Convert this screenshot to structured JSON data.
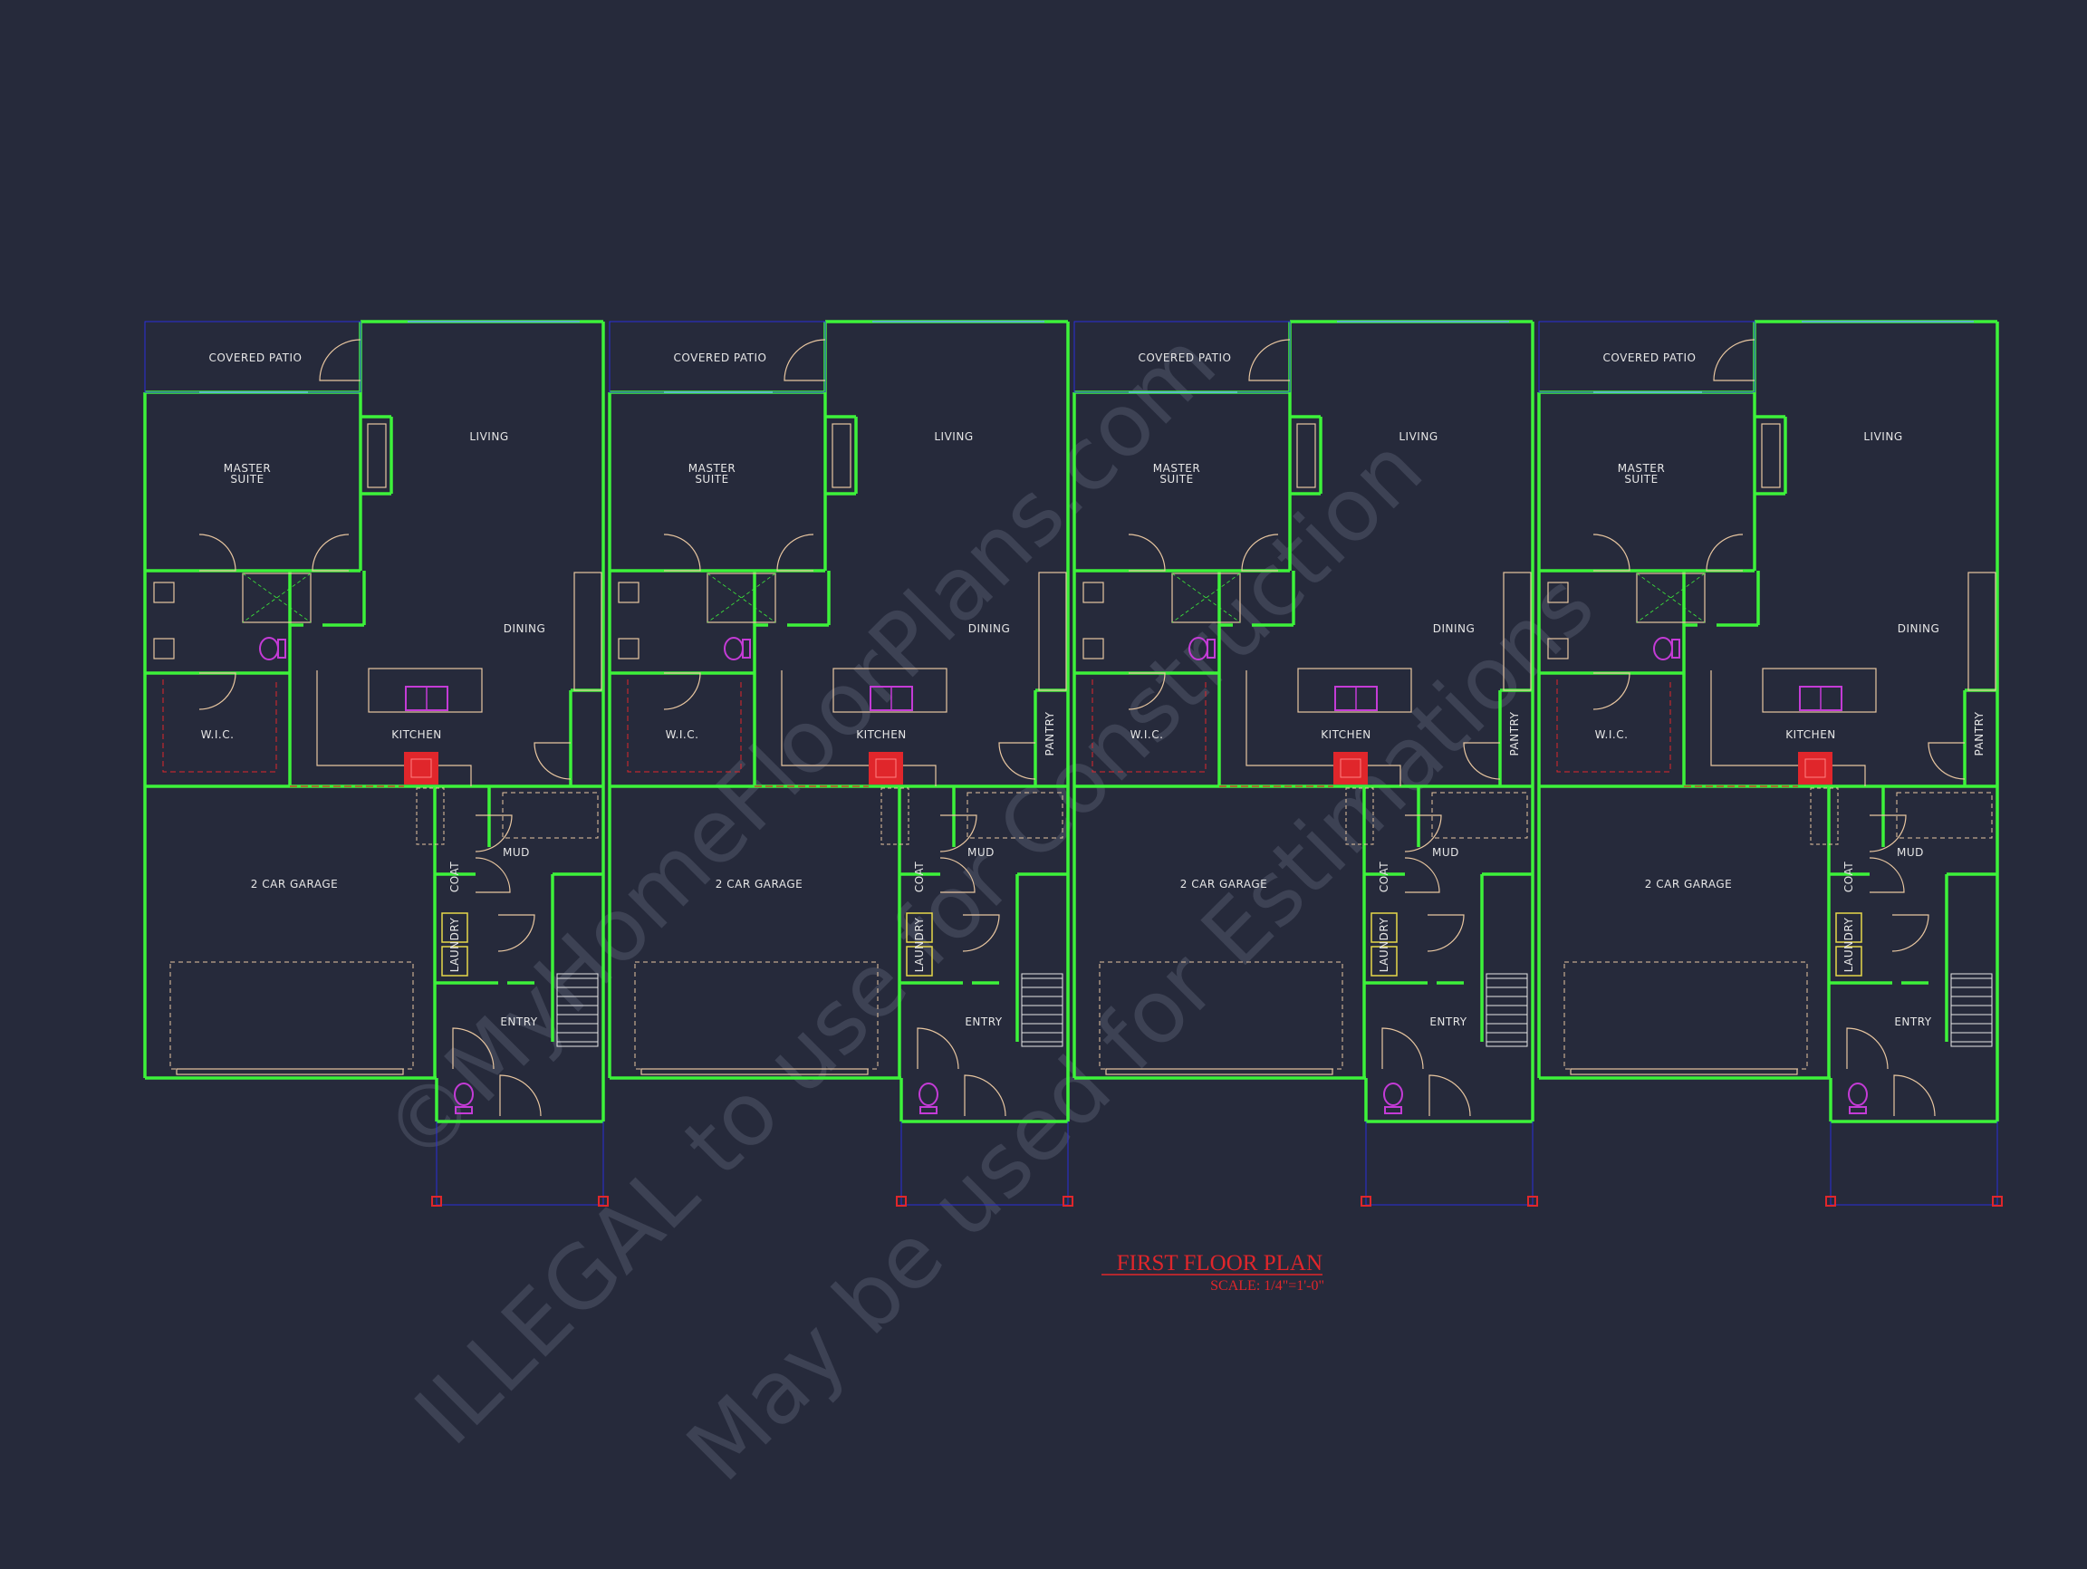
{
  "colors": {
    "background": "#262a3b",
    "wall": "#3df23a",
    "fixture": "#e8c6a0",
    "magenta": "#c43bd6",
    "red": "#e0262b",
    "blue": "#2a2ed8",
    "cyan": "#59b6c8",
    "yellow": "#e6d84a",
    "label": "#e6e6e6",
    "watermark": "#3d4254"
  },
  "units": [
    {
      "rooms": {
        "covered_patio": "COVERED PATIO",
        "living": "LIVING",
        "master_suite_line1": "MASTER",
        "master_suite_line2": "SUITE",
        "dining": "DINING",
        "kitchen": "KITCHEN",
        "wic": "W.I.C.",
        "garage": "2 CAR GARAGE",
        "mud": "MUD",
        "coat": "COAT",
        "laundry": "LAUNDRY",
        "entry": "ENTRY",
        "pantry": ""
      }
    },
    {
      "rooms": {
        "covered_patio": "COVERED PATIO",
        "living": "LIVING",
        "master_suite_line1": "MASTER",
        "master_suite_line2": "SUITE",
        "dining": "DINING",
        "kitchen": "KITCHEN",
        "wic": "W.I.C.",
        "garage": "2 CAR GARAGE",
        "mud": "MUD",
        "coat": "COAT",
        "laundry": "LAUNDRY",
        "entry": "ENTRY",
        "pantry": "PANTRY"
      }
    },
    {
      "rooms": {
        "covered_patio": "COVERED PATIO",
        "living": "LIVING",
        "master_suite_line1": "MASTER",
        "master_suite_line2": "SUITE",
        "dining": "DINING",
        "kitchen": "KITCHEN",
        "wic": "W.I.C.",
        "garage": "2 CAR GARAGE",
        "mud": "MUD",
        "coat": "COAT",
        "laundry": "LAUNDRY",
        "entry": "ENTRY",
        "pantry": "PANTRY"
      }
    },
    {
      "rooms": {
        "covered_patio": "COVERED PATIO",
        "living": "LIVING",
        "master_suite_line1": "MASTER",
        "master_suite_line2": "SUITE",
        "dining": "DINING",
        "kitchen": "KITCHEN",
        "wic": "W.I.C.",
        "garage": "2 CAR GARAGE",
        "mud": "MUD",
        "coat": "COAT",
        "laundry": "LAUNDRY",
        "entry": "ENTRY",
        "pantry": "PANTRY"
      }
    }
  ],
  "plan_title": "FIRST FLOOR PLAN",
  "plan_scale": "SCALE: 1/4\"=1'-0\"",
  "watermark": {
    "line1": "©MyHomeFloorPlans.com",
    "line2": "ILLEGAL to use for Construction",
    "line3": "May be used for Estimations"
  }
}
